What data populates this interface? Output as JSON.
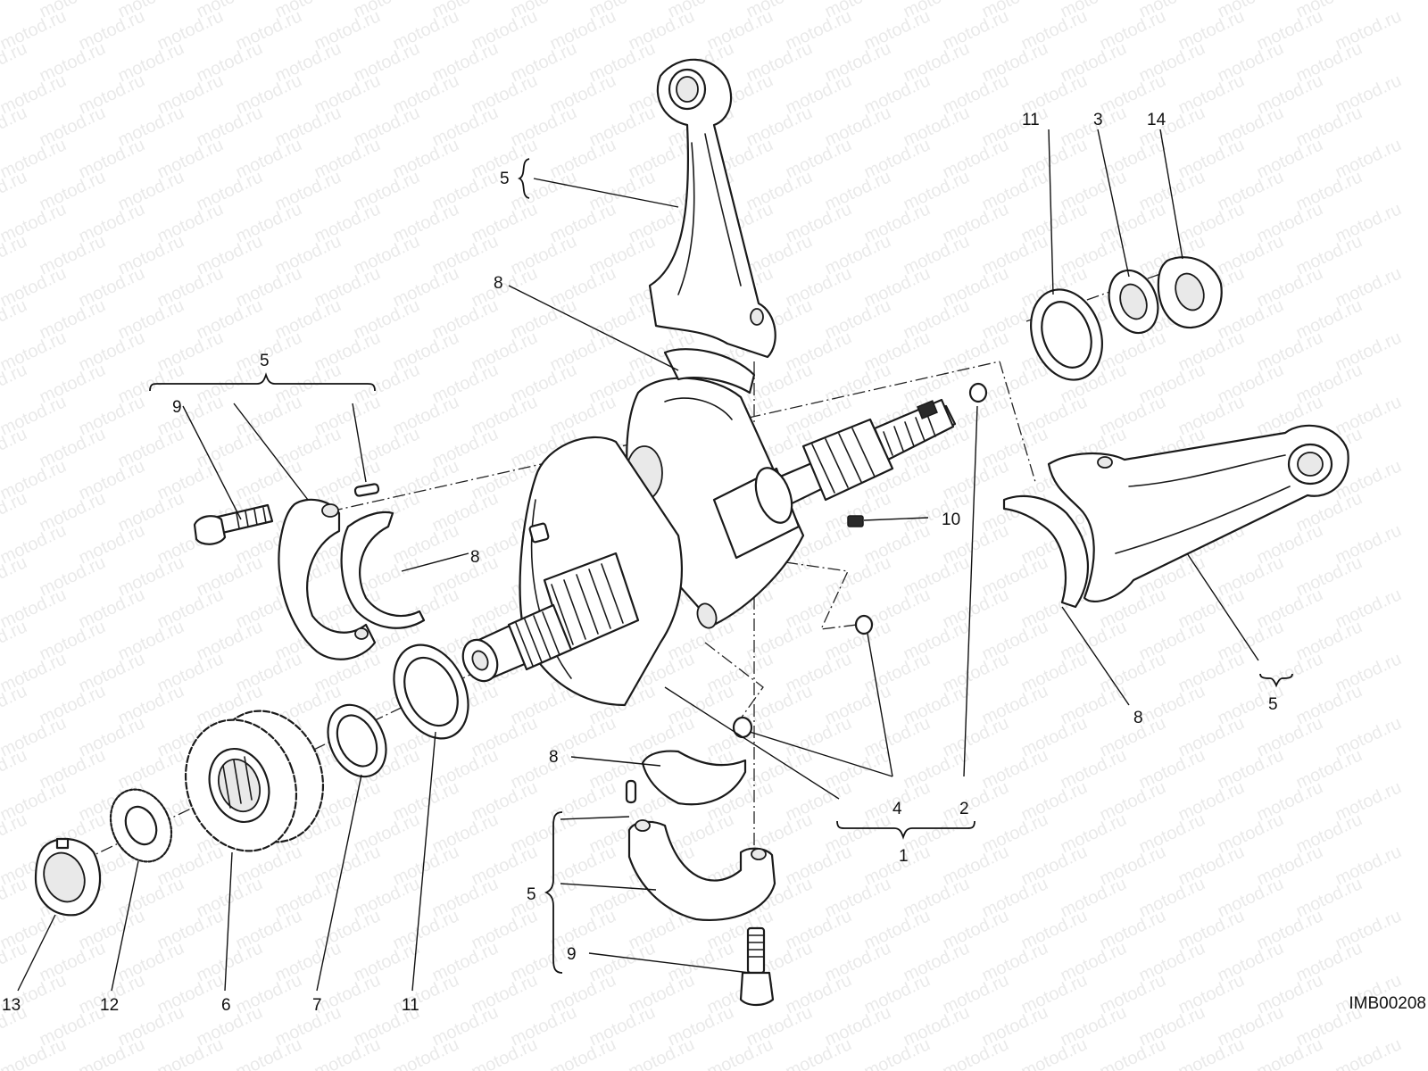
{
  "watermark": "motod.ru",
  "figure_id": "IMB00208",
  "callouts": {
    "c1": "1",
    "c2": "2",
    "c3": "3",
    "c4": "4",
    "c4b": "4",
    "c5_top": "5",
    "c5_left": "5",
    "c5_right": "5",
    "c5_bottom": "5",
    "c6": "6",
    "c7": "7",
    "c8_top": "8",
    "c8_left": "8",
    "c8_right": "8",
    "c8_bottom": "8",
    "c9_left": "9",
    "c9_bottom": "9",
    "c10": "10",
    "c11_top": "11",
    "c11_bottom": "11",
    "c12": "12",
    "c13": "13",
    "c14": "14"
  }
}
